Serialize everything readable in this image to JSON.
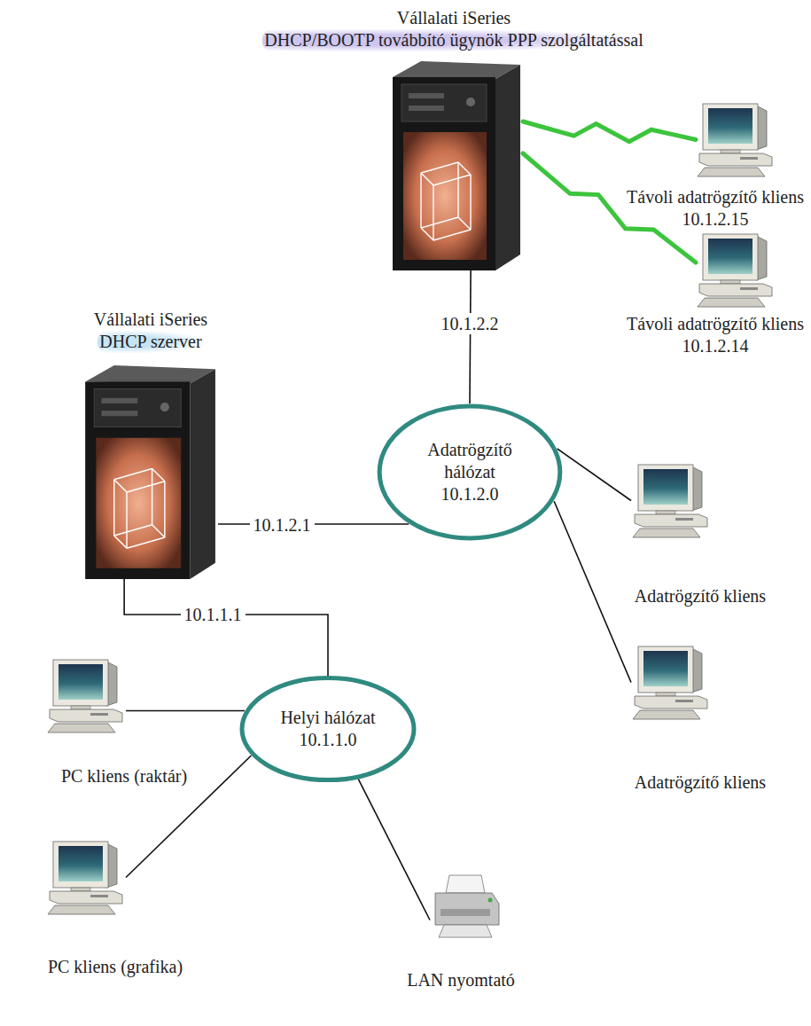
{
  "diagram": {
    "nodes": [
      {
        "text": [
          "Vállalati iSeries",
          "DHCP/BOOTP továbbító ügynök PPP szolgáltatással"
        ]
      },
      {
        "text": [
          "Távoli adatrögzítő kliens",
          "10.1.2.15"
        ]
      },
      {
        "text": [
          "Távoli adatrögzítő kliens",
          "10.1.2.14"
        ]
      },
      {
        "text": [
          "Vállalati iSeries",
          "DHCP szerver"
        ]
      },
      {
        "text": [
          "Adatrögzítő hálózat",
          "10.1.2.0"
        ]
      },
      {
        "text": [
          "Adatrögzítő kliens"
        ]
      },
      {
        "text": [
          "Adatrögzítő kliens"
        ]
      },
      {
        "text": [
          "Helyi hálózat",
          "10.1.1.0"
        ]
      },
      {
        "text": [
          "PC kliens (raktár)"
        ]
      },
      {
        "text": [
          "PC kliens (grafika)"
        ]
      },
      {
        "text": [
          "LAN nyomtató"
        ]
      }
    ],
    "edges": [
      {
        "from": 0,
        "to": 1,
        "arrow": "none"
      },
      {
        "from": 0,
        "to": 2,
        "arrow": "none"
      },
      {
        "from": 0,
        "to": 4,
        "arrow": "none",
        "label": "10.1.2.2"
      },
      {
        "from": 3,
        "to": 4,
        "arrow": "none",
        "label": "10.1.2.1"
      },
      {
        "from": 3,
        "to": 7,
        "arrow": "none",
        "label": "10.1.1.1"
      },
      {
        "from": 4,
        "to": 5,
        "arrow": "none"
      },
      {
        "from": 4,
        "to": 6,
        "arrow": "none"
      },
      {
        "from": 7,
        "to": 8,
        "arrow": "none"
      },
      {
        "from": 7,
        "to": 9,
        "arrow": "none"
      },
      {
        "from": 7,
        "to": 10,
        "arrow": "none"
      }
    ]
  }
}
